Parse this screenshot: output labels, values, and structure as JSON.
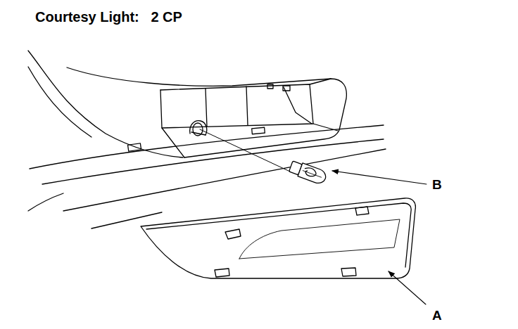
{
  "diagram": {
    "title": "Courtesy Light:   2 CP",
    "labels": [
      "B",
      "A"
    ]
  }
}
